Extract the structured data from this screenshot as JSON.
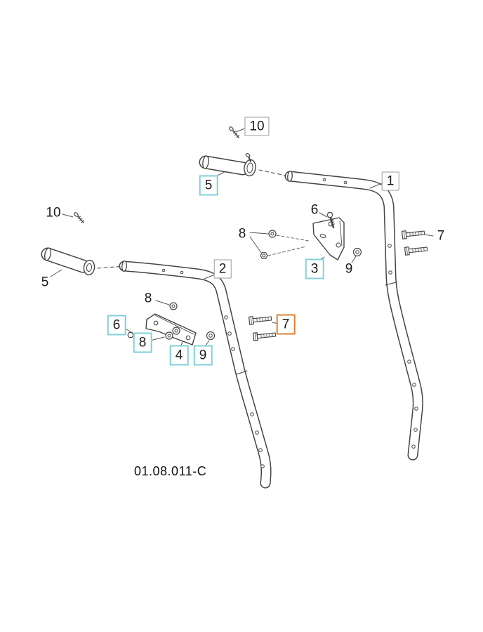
{
  "diagram": {
    "drawing_number": "01.08.011-C",
    "colors": {
      "line": "#444444",
      "highlight_cyan": "#82cfdb",
      "highlight_orange": "#dd8136",
      "box_gray": "#9c9c9c"
    },
    "callouts": [
      {
        "label": "10",
        "style": "gray"
      },
      {
        "label": "5",
        "style": "cyan"
      },
      {
        "label": "1",
        "style": "gray"
      },
      {
        "label": "6",
        "style": "plain"
      },
      {
        "label": "8",
        "style": "plain"
      },
      {
        "label": "7",
        "style": "plain"
      },
      {
        "label": "3",
        "style": "cyan"
      },
      {
        "label": "9",
        "style": "plain"
      },
      {
        "label": "10",
        "style": "plain"
      },
      {
        "label": "5",
        "style": "plain"
      },
      {
        "label": "2",
        "style": "gray"
      },
      {
        "label": "8",
        "style": "plain"
      },
      {
        "label": "6",
        "style": "cyan"
      },
      {
        "label": "8",
        "style": "cyan"
      },
      {
        "label": "4",
        "style": "cyan"
      },
      {
        "label": "9",
        "style": "cyan"
      },
      {
        "label": "7",
        "style": "orange"
      }
    ]
  }
}
